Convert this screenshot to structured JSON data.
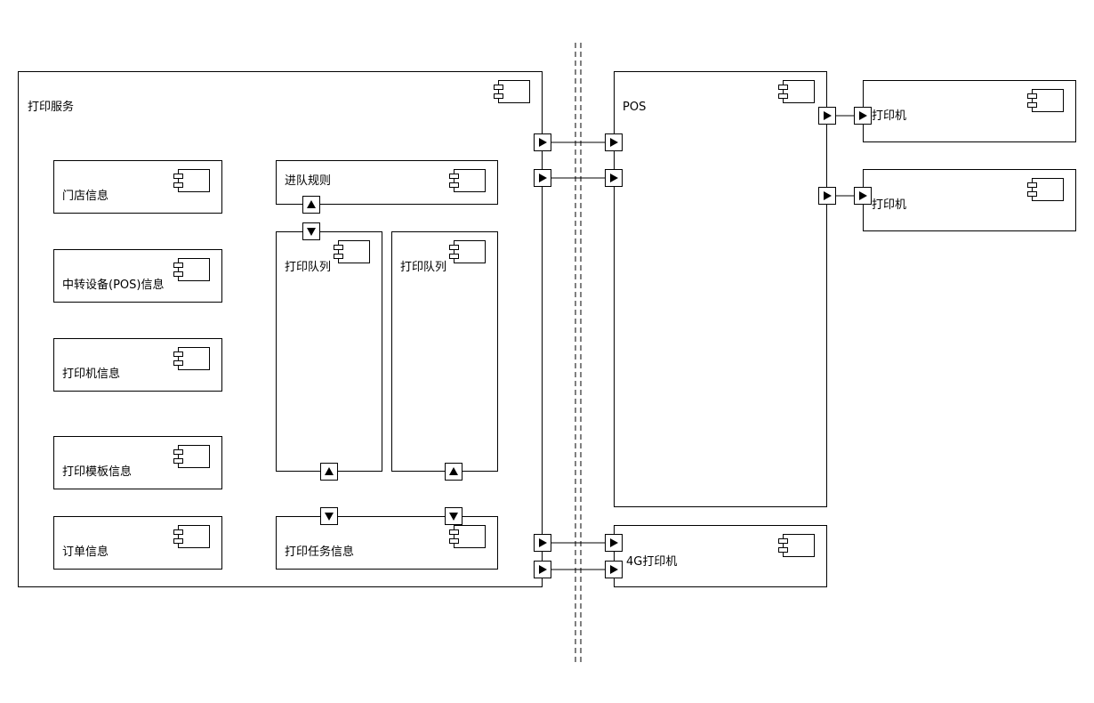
{
  "diagram": {
    "print_service": "打印服务",
    "store_info": "门店信息",
    "relay_info": "中转设备(POS)信息",
    "printer_info": "打印机信息",
    "template_info": "打印模板信息",
    "order_info": "订单信息",
    "queue_rule": "进队规则",
    "queue_1": "打印队列",
    "queue_2": "打印队列",
    "task_info": "打印任务信息",
    "pos": "POS",
    "printer_1": "打印机",
    "printer_2": "打印机",
    "printer_4g": "4G打印机"
  },
  "colors": {
    "stroke": "#000000",
    "fill": "#ffffff"
  },
  "icon_name": "component-icon"
}
